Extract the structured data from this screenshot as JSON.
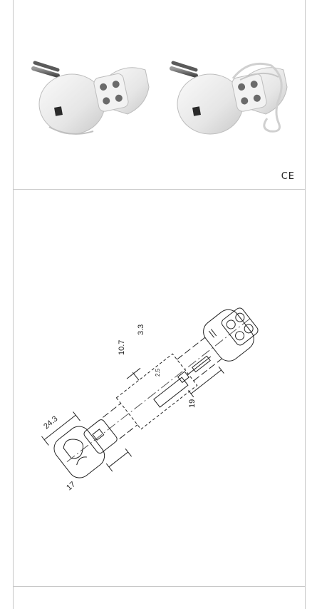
{
  "mark": {
    "ce": "CE"
  },
  "dimensions": {
    "d1": "10.7",
    "d2": "3.3",
    "d3": "19",
    "d4": "24.3",
    "d5": "17",
    "d6": "2.5"
  }
}
